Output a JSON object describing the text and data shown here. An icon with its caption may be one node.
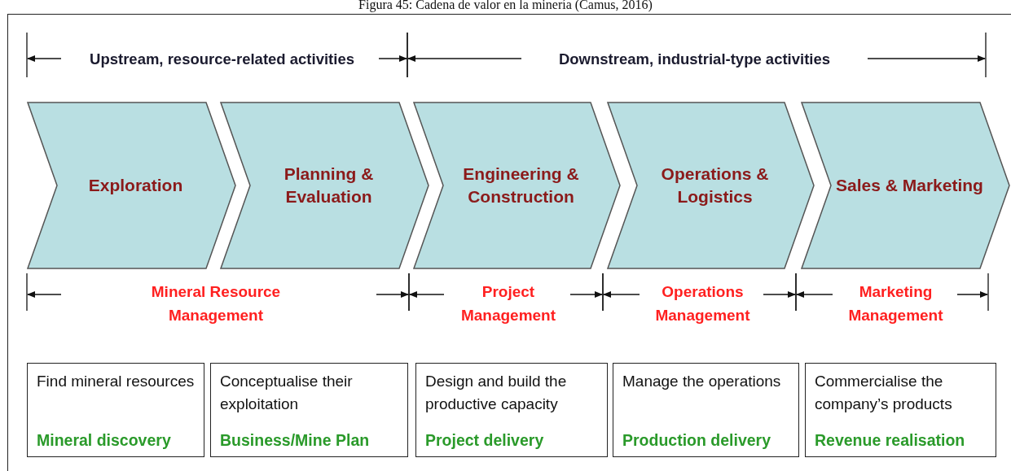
{
  "diagram": {
    "title": "Figura 45: Cadena de valor en la minería (Camus, 2016)",
    "nodes": [
      {
        "text": [
          "Exploration"
        ]
      },
      {
        "text": [
          "Planning & Evaluation"
        ]
      },
      {
        "text": [
          "Engineering & Construction"
        ]
      },
      {
        "text": [
          "Operations & Logistics"
        ]
      },
      {
        "text": [
          "Sales & Marketing"
        ]
      },
      {
        "text": [
          "Find mineral resources",
          "Mineral discovery"
        ]
      },
      {
        "text": [
          "Conceptualise their exploitation",
          "Business/Mine Plan"
        ]
      },
      {
        "text": [
          "Design and build  the productive capacity",
          "Project delivery"
        ]
      },
      {
        "text": [
          "Manage  the operations",
          "Production delivery"
        ]
      },
      {
        "text": [
          "Commercialise the company’s products",
          "Revenue realisation"
        ]
      }
    ],
    "labels": [
      "Upstream, resource-related activities",
      "Downstream, industrial-type activities",
      "Mineral Resource Management",
      "Project Management",
      "Operations Management",
      "Marketing Management"
    ]
  }
}
